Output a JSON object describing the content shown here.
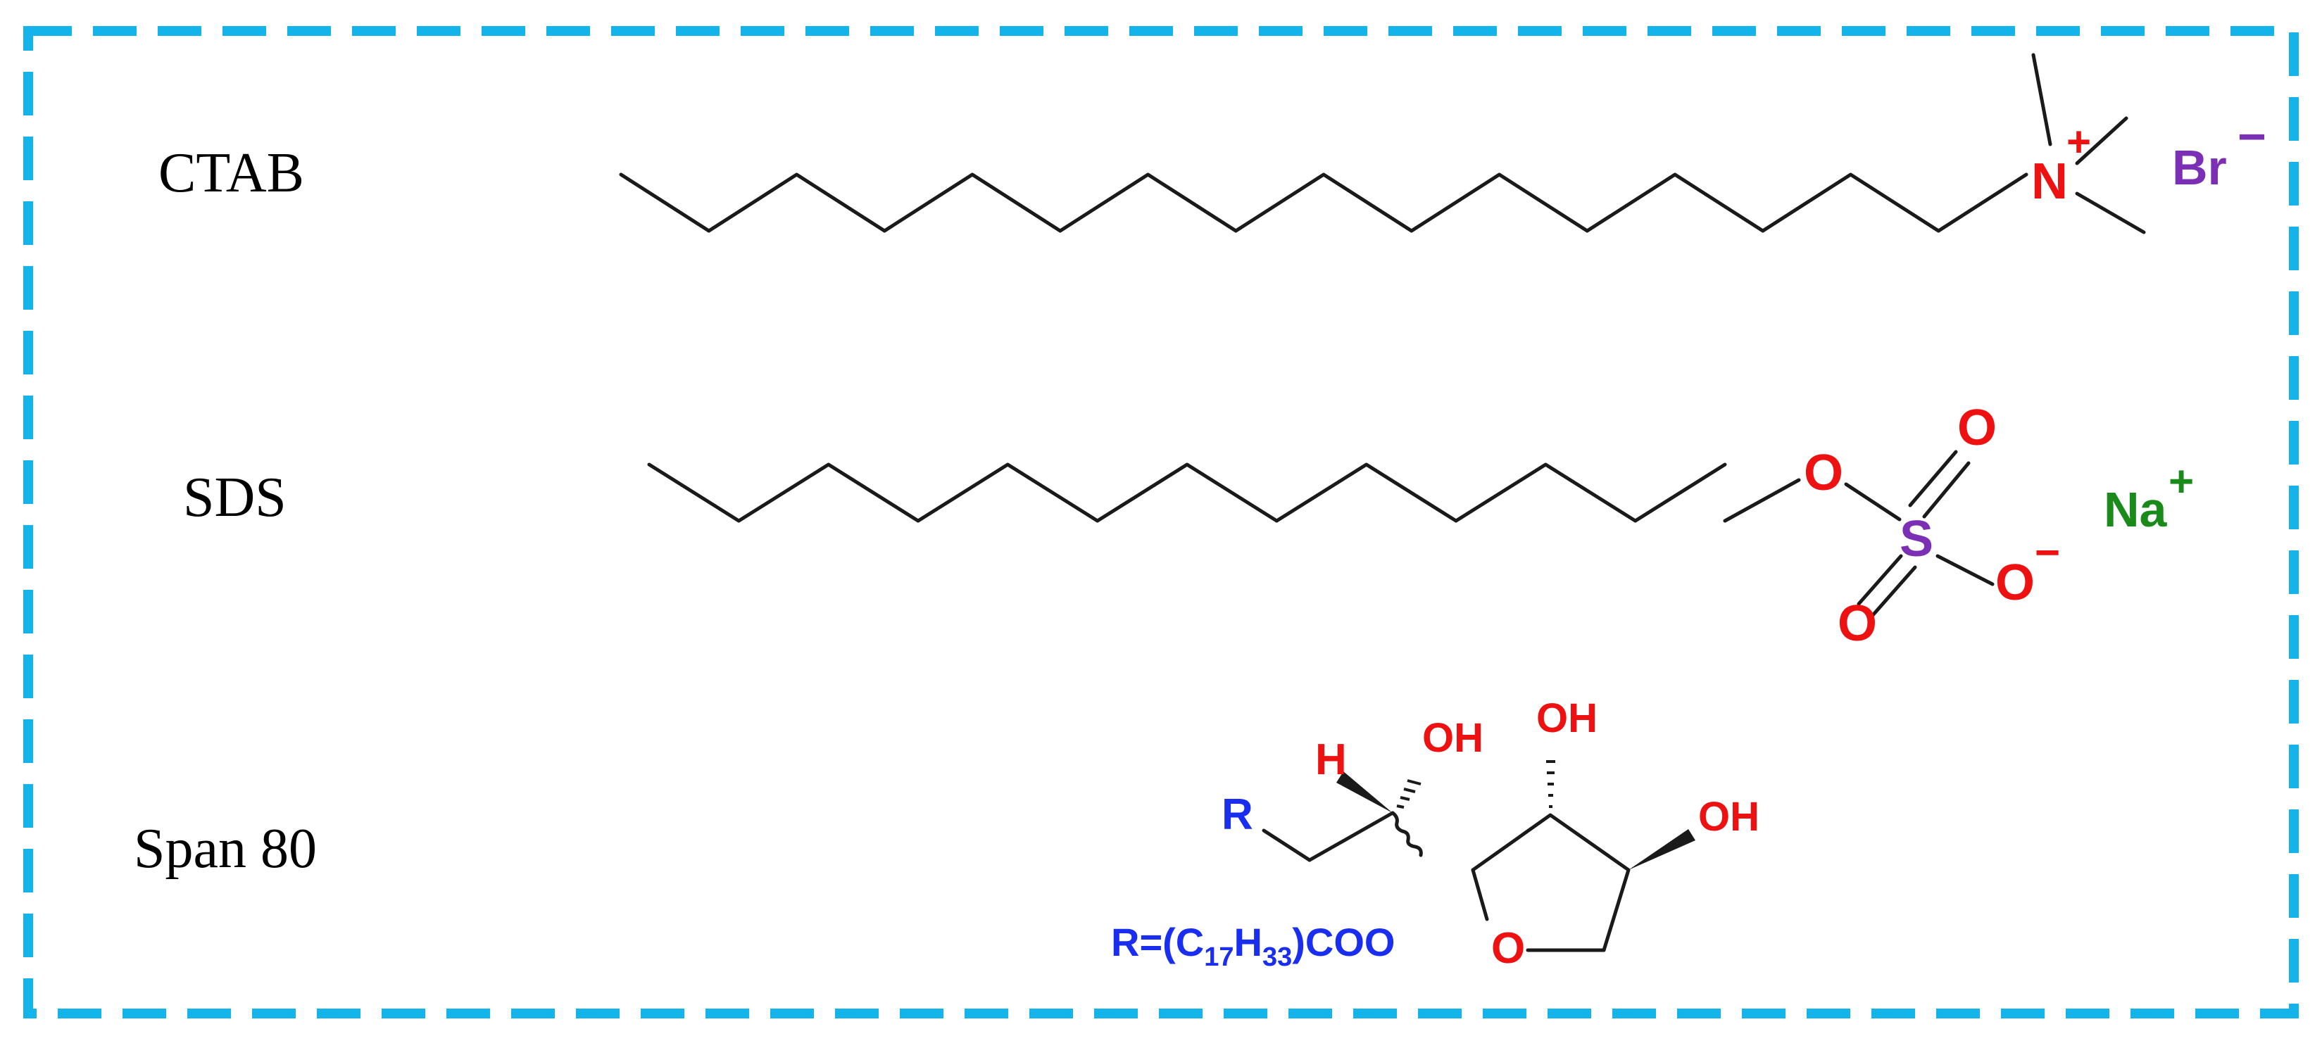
{
  "colors": {
    "frame": "#14b4ea",
    "bond": "#1a1a1a",
    "oxygen": "#ee1111",
    "nitrogen": "#ee1111",
    "sulfur": "#7a2fb5",
    "bromide": "#7a2fb5",
    "sodium": "#1a8a1a",
    "r_group": "#1a2ef0"
  },
  "molecules": {
    "ctab": {
      "name": "CTAB",
      "n_atom": "N",
      "n_charge": "+",
      "counter_ion": "Br",
      "counter_charge": "−"
    },
    "sds": {
      "name": "SDS",
      "o_ester": "O",
      "s_atom": "S",
      "o_top": "O",
      "o_bottom": "O",
      "o_minus": "O",
      "o_minus_charge": "−",
      "counter_ion": "Na",
      "counter_charge": "+"
    },
    "span80": {
      "name": "Span 80",
      "r": "R",
      "h": "H",
      "oh_side": "OH",
      "oh_top": "OH",
      "oh_right": "OH",
      "o_ring": "O",
      "r_def_prefix": "R=(C",
      "r_def_sub1": "17",
      "r_def_h": "H",
      "r_def_sub2": "33",
      "r_def_suffix": ")COO"
    }
  }
}
